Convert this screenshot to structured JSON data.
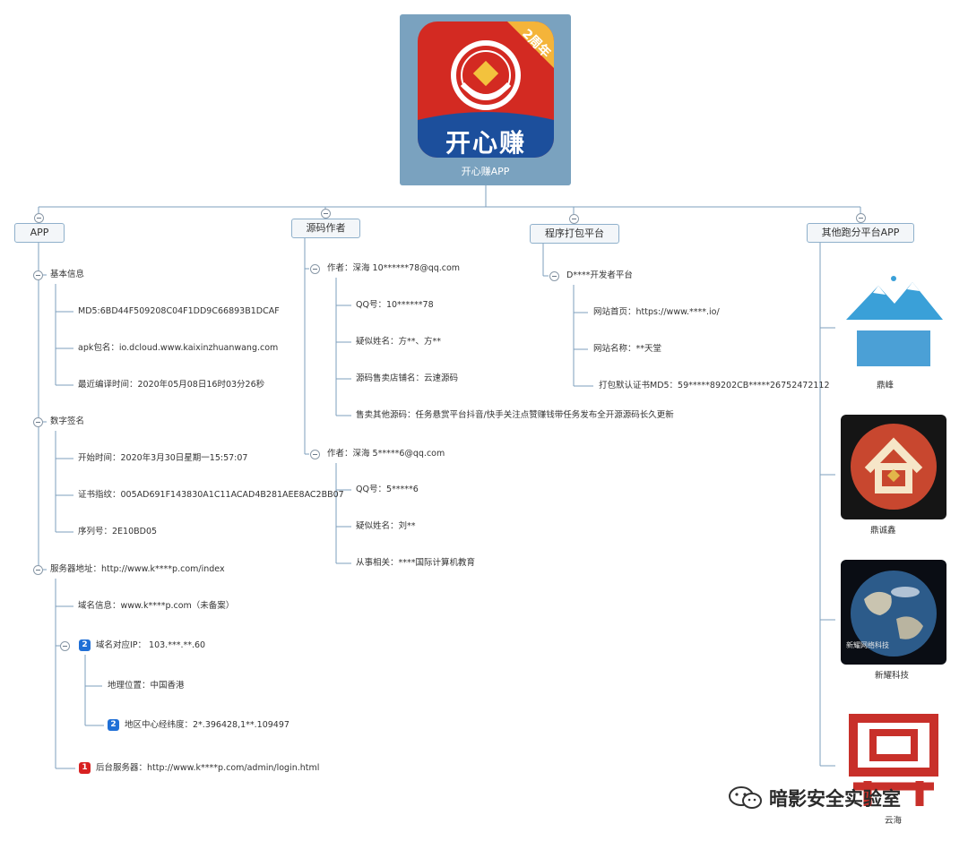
{
  "root": {
    "badge_text": "2周年",
    "logo_text": "开心赚",
    "label": "开心赚APP"
  },
  "branches": {
    "app": {
      "label": "APP",
      "basic": {
        "label": "基本信息",
        "md5": "MD5:6BD44F509208C04F1DD9C66893B1DCAF",
        "package": "apk包名：io.dcloud.www.kaixinzhuanwang.com",
        "compile_time": "最近编译时间：2020年05月08日16时03分26秒"
      },
      "signature": {
        "label": "数字签名",
        "start_time": "开始时间：2020年3月30日星期一15:57:07",
        "fingerprint": "证书指纹：005AD691F143830A1C11ACAD4B281AEE8AC2BB07",
        "serial": "序列号：2E10BD05"
      },
      "server": {
        "label": "服务器地址：http://www.k****p.com/index",
        "domain_info": "域名信息：www.k****p.com（未备案）",
        "ip_badge": "2",
        "ip": "域名对应IP： 103.***.**.60",
        "location": "地理位置：中国香港",
        "coords_badge": "2",
        "coords": "地区中心经纬度：2*.396428,1**.109497",
        "backend_badge": "1",
        "backend": "后台服务器：http://www.k****p.com/admin/login.html"
      }
    },
    "source_author": {
      "label": "源码作者",
      "author1": {
        "label": "作者：深海 10******78@qq.com",
        "qq": "QQ号：10******78",
        "name": "疑似姓名：方**、方**",
        "shop": "源码售卖店铺名：云速源码",
        "other": "售卖其他源码：任务悬赏平台抖音/快手关注点赞赚钱带任务发布全开源源码长久更新"
      },
      "author2": {
        "label": "作者：深海 5*****6@qq.com",
        "qq": "QQ号：5*****6",
        "name": "疑似姓名：刘**",
        "related": "从事相关：****国际计算机教育"
      }
    },
    "packaging": {
      "label": "程序打包平台",
      "platform": {
        "label": "D****开发者平台",
        "homepage": "网站首页：https://www.****.io/",
        "site_name": "网站名称：**天堂",
        "cert_md5": "打包默认证书MD5：59*****89202CB*****26752472112"
      }
    },
    "other_apps": {
      "label": "其他跑分平台APP",
      "apps": [
        "鼎峰",
        "鼎诚鑫",
        "新耀科技",
        "云海"
      ],
      "thumb3_text": "新耀网络科技"
    }
  },
  "watermark": "暗影安全实验室",
  "colors": {
    "line": "#7d9fbc",
    "root_bg": "#7aa2bf",
    "logo_red": "#d32a22",
    "logo_blue": "#1c4f9c",
    "badge_blue": "#1f6fd6",
    "badge_red": "#d82121"
  }
}
